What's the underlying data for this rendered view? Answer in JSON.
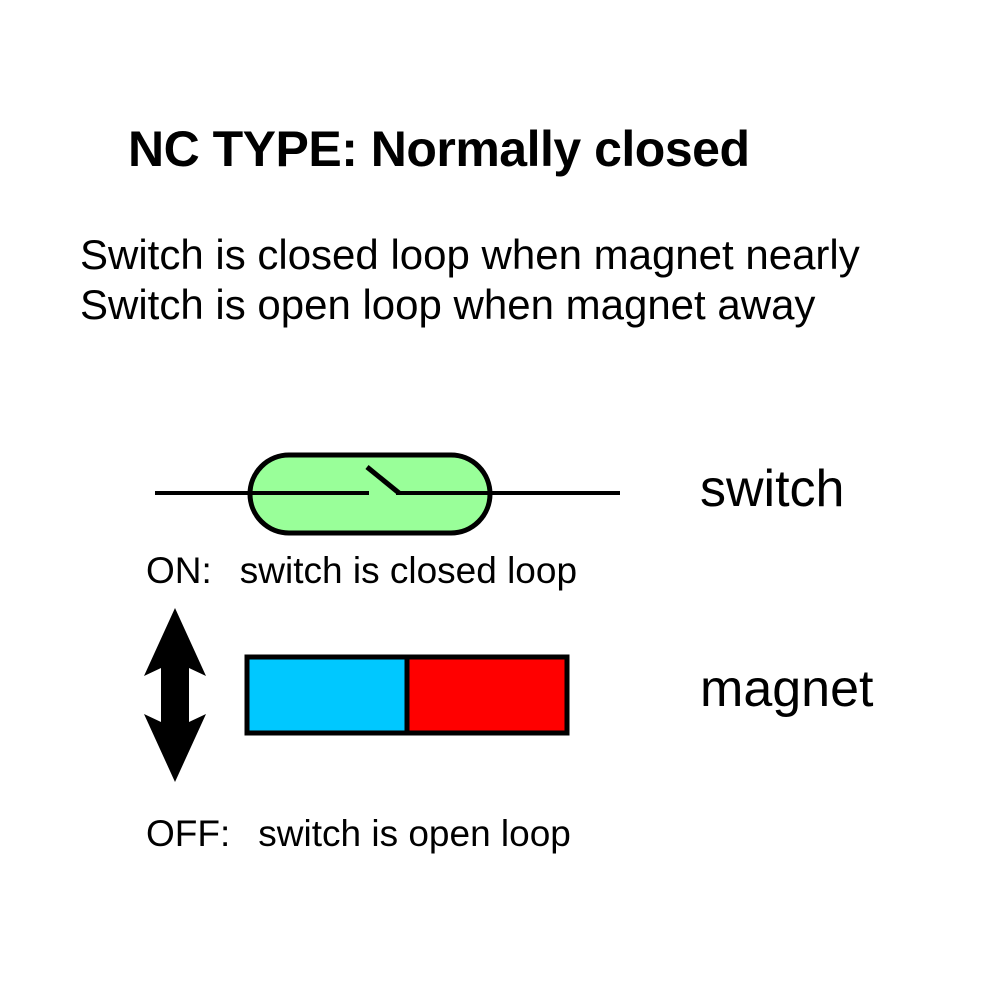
{
  "diagram": {
    "title": "NC TYPE: Normally closed",
    "subtitle_lines": [
      "Switch is closed loop when magnet nearly",
      "Switch is open loop when magnet away"
    ],
    "labels": {
      "switch": "switch",
      "magnet": "magnet"
    },
    "states": [
      {
        "key": "ON:",
        "description": "switch is closed loop"
      },
      {
        "key": "OFF:",
        "description": "switch is open loop"
      }
    ],
    "parts": {
      "switch_body": {
        "name": "reed-switch-capsule",
        "shape": "rounded-capsule",
        "fill": "#99FF99",
        "stroke": "#000000"
      },
      "wire": {
        "name": "circuit-wire",
        "stroke": "#000000",
        "state": "closed"
      },
      "contact_blade": {
        "name": "switch-contact-blade",
        "stroke": "#000000"
      },
      "magnet_bar": {
        "name": "bar-magnet",
        "poles": [
          {
            "label": "",
            "color": "#00C8FF",
            "side": "left"
          },
          {
            "label": "",
            "color": "#FF0000",
            "side": "right"
          }
        ],
        "stroke": "#000000"
      },
      "motion_arrow": {
        "name": "vertical-double-arrow",
        "color": "#000000",
        "direction": "up-down"
      }
    },
    "colors": {
      "background": "#FFFFFF",
      "ink": "#000000",
      "switch_green": "#99FF99",
      "magnet_blue": "#00C8FF",
      "magnet_red": "#FF0000"
    }
  }
}
